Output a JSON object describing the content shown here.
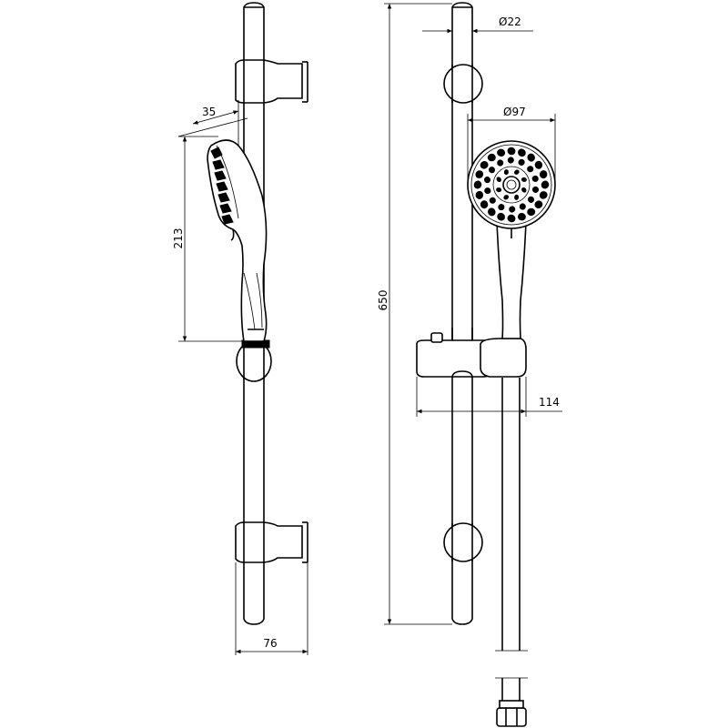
{
  "drawing": {
    "side_view": {
      "dim_angle": "35",
      "dim_head_height": "213",
      "dim_rail_depth": "76"
    },
    "front_view": {
      "dim_rail_diameter": "Ø22",
      "dim_head_diameter": "Ø97",
      "dim_total_height": "650",
      "dim_holder_projection": "114"
    },
    "colors": {
      "line": "#000000",
      "background": "#ffffff"
    }
  }
}
